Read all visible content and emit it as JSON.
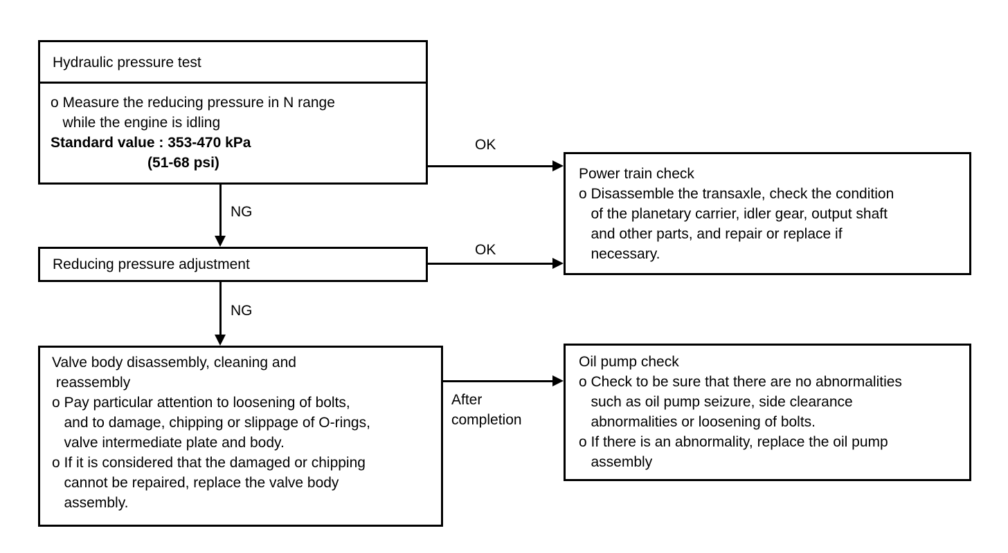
{
  "diagram": {
    "title": "Hydraulic pressure / valve body troubleshooting flow",
    "type": "flowchart",
    "colors": {
      "stroke": "#000000",
      "background": "#ffffff",
      "text": "#000000"
    }
  },
  "nodes": {
    "hydraulic_pressure_test": {
      "header": "Hydraulic pressure test",
      "body_lines": [
        "o Measure the reducing pressure in N range",
        "   while the engine is idling"
      ],
      "bold_lines": [
        "Standard value : 353-470 kPa",
        "                        (51-68 psi)"
      ]
    },
    "reducing_pressure_adjustment": {
      "label": "Reducing pressure adjustment"
    },
    "valve_body": {
      "lines": [
        "Valve body disassembly, cleaning and",
        " reassembly",
        "o Pay particular attention to loosening of bolts,",
        "   and to damage, chipping or slippage of O-rings,",
        "   valve intermediate plate and body.",
        "o If it is considered that the damaged or chipping",
        "   cannot be repaired, replace the valve body",
        "   assembly."
      ]
    },
    "power_train_check": {
      "lines": [
        "Power train check",
        "o Disassemble the transaxle, check the condition",
        "   of the planetary carrier, idler gear, output shaft",
        "   and other parts, and repair or replace if",
        "   necessary."
      ]
    },
    "oil_pump_check": {
      "lines": [
        "Oil pump check",
        "o Check to be sure that there are no abnormalities",
        "   such as oil pump seizure, side clearance",
        "   abnormalities or loosening of bolts.",
        "o If there is an abnormality, replace the oil pump",
        "   assembly"
      ]
    }
  },
  "edges": {
    "test_to_power_train": {
      "label": "OK"
    },
    "test_to_adjustment": {
      "label": "NG"
    },
    "adjustment_to_power_train": {
      "label": "OK"
    },
    "adjustment_to_valve_body": {
      "label": "NG"
    },
    "valve_body_to_oil_pump": {
      "label_line1": "After",
      "label_line2": "completion"
    }
  }
}
